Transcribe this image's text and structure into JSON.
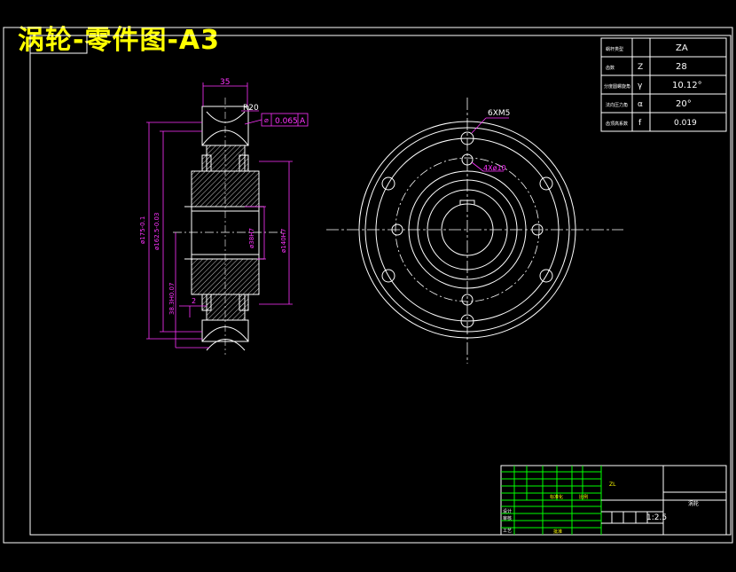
{
  "drawing": {
    "title": "涡轮-零件图-A3",
    "side_view": {
      "dim_width": "35",
      "radius_label": "R20",
      "tolerance_value": "0.065",
      "datum": "A",
      "dim_left_1": "ø175-0.1",
      "dim_left_2": "ø162.5-0.03",
      "dim_left_3": "38.3H0.07",
      "dim_right_1": "ø38H7",
      "dim_right_2": "ø140H7",
      "small_dim": "2"
    },
    "front_view": {
      "hole_label_1": "6XM5",
      "hole_label_2": "4Xø10"
    },
    "param_table": {
      "rows": [
        {
          "name": "蜗杆类型",
          "sym": "",
          "value": "ZA"
        },
        {
          "name": "齿数",
          "sym": "Z",
          "value": "28"
        },
        {
          "name": "分度圆螺旋角",
          "sym": "γ",
          "value": "10.12°"
        },
        {
          "name": "法向压力角",
          "sym": "α",
          "value": "20°"
        },
        {
          "name": "齿顶高系数",
          "sym": "f",
          "value": "0.019"
        }
      ]
    },
    "title_block": {
      "material_code": "ZL",
      "scale": "1:2.5",
      "mid_label_1": "标准化",
      "mid_label_2": "比例",
      "left_labels": [
        "设计",
        "审核",
        "工艺"
      ],
      "right_label": "涡轮",
      "bottom_label": "批准"
    }
  }
}
